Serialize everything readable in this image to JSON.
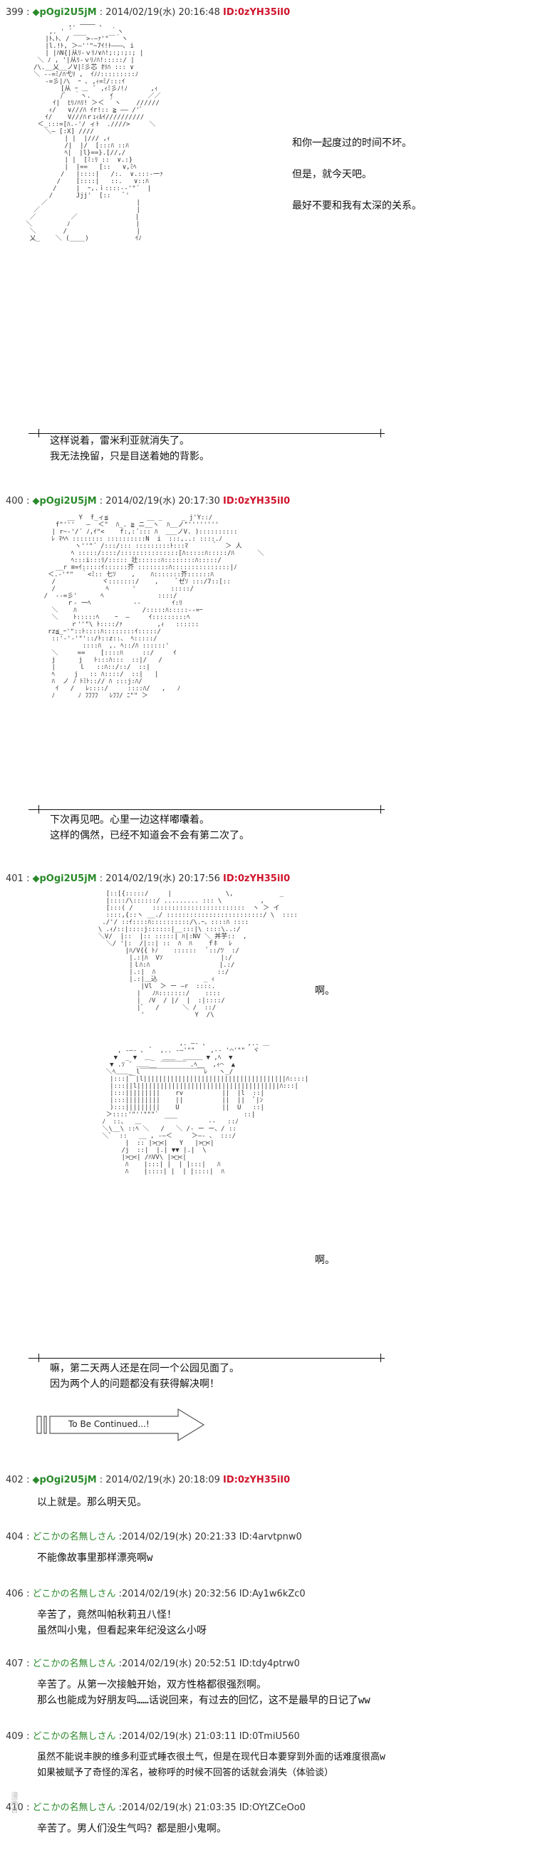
{
  "posts": [
    {
      "num": "399 :",
      "name": "◆pOgi2U5jM",
      "sep": ":",
      "date": "2014/02/19(水) 20:16:48",
      "id": "ID:0zYH35iI0",
      "aa": "              ,. ―――― 、\n         ,. ' ´          ｀ヽ\n        |ﾄ､ﾄ､ / ￣￣>-―ｧ'\"￣｀ヽ\n        |l.!ﾄ, ＞―''\"~7ｲ!ﾄ―――､ i\n        | |ﾊN{|从ﾘ-ｖﾘﾉ∨ﾊ!;:;:;:; |\n      ＼ ﾉ , '|从ﾘ-ｖﾘﾉﾊ!:::::/ |\n     /\\.__乂__ノV|ﾐ彡芯 ｵﾘﾊ ::: ∨\n     ＼ --=ﾐ/ﾊ弋ﾘ ,  ｲﾉﾉ:::::::::ﾉ\n        -=彡|ﾉ\\  ｰ ､ ,ｨ=ﾐ/:::ｲ\n            [从 ｰ ＿  ﾟ ,ｨﾐ彡ﾉ!ﾉ      ,ｨ\n            /ﾞ  ｀ヽ.     ｲ         ／／\n          ｲ|  ﾋﾘﾉﾊﾘ! ＞＜ ｀ヽ    //////\n         ｨ/   ∨///ﾊ ｲr!:: ≧ ―― /'ﾞ\n        ｲ/    V///ﾊｒｪｨﾙｲ//////////\n      ＜_:::=[ﾊ.-'/ ィﾄ  .////>     ＼\n        ＼― [:X] ////\n             | |  |/// ,ｨ\n             /|  |/  [:::ﾊ ::ﾊ\n             ﾍ|  |l}==}.[//,/\n             | |  [ﾐ:ﾘ ::  ∨.:}\n             |  |==   [::   ∨,ﾐﾍ\n            /   |::::|   /:.  ∨.:::‐一ｧ\n           /    [::::|   ::.   ∨::ﾊ\n          /     |  ｰ,.ｉ::::-‐'\"´  |\n         /      Jjj'  [::   ﾞ'\n       ／                       |\n     ／                         |\n    ／         ／               |\n   ＼         ﾉ                 |\n    ＼       /                  |\n    乂_    ＼ (____)            ｲﾉ",
      "text1": "和你一起度过的时间不坏。\n\n但是，就今天吧。\n\n最好不要和我有太深的关系。",
      "text2": "这样说着，雷米利亚就消失了。\n我无法挽留，只是目送着她的背影。"
    },
    {
      "num": "400 :",
      "name": "◆pOgi2U5jM",
      "sep": ":",
      "date": "2014/02/19(水) 20:17:30",
      "id": "ID:0zYH35iI0",
      "aa": "          __ Y  f_ィ≦          __ _     _ j'Y::/\n       f\"'''   ―  ＜\"  ﾊ_. ≧ ニ__ヽ  ﾊ__ノ\"''''''''\n      | r~‐'/´ ﾉ,ｲ\"<    f:,:´::: ﾊ  ___ノV. )::::::::::\n      ﾚ ﾏﾍﾍ :::::::: ::::::::::N  i  :::,..: ::::.ﾉ\n            ヽ''\"´ /:::/::: :::::::::ﾄ:::ﾏ      ＾  ＞ 人\n           ﾍ :::::/::::/:::::::::::::::[ﾊ:::::ﾊ:::::/ﾊ      ＼\n           ﾍ:::i:::ﾘ/::::: 壮::::::ﾊ::::::::ﾊ:::::/ \n       __r ≡=ｲ:::::ｲ::::::芥 ::::::::ﾊ:::::::::::::::|ﾉ\n     ＜.-'\"\"  ｀<ﾐ:: 七ｿ    ,    ﾊ:::::::芥::::::ﾊ\n      /            ヾ:::::::/    ,     ﾞゼｿ :::/7::[::\n      /             ﾍ      '         :::::/ \n    /  --=彡'      ﾍ              ::::/ \n          ｒ- 一ﾍ           --        ｲ:ﾘ\n      ＼    ﾊ                 /:::::ﾊ:::::--=ｰ\n      ＼    ﾄ:::::ﾍ    ｰ  ―     ｲ:::::::::ﾍ\n           ｒ''\"\\ ﾄ::::/ｧ         ,ｨ   ::::::\n     rz≦_ｰ'\"::ﾄ::::ﾊ::::::::ｲ:::::/ \n      ::'-'-'\"'::/ﾄ::z::、 ﾍ:::::/  \n              ::::ﾊ  ,. ﾍ::/ﾊ ::::::'\n      ＼     ==    [::::ﾊ     ::/     ｲ\n      j      j   ﾄ:::ﾊ:::  ::|/   /\n      |      ｌ   ::ﾊ::/::/  ::|    \n      ﾍ     j   :: ﾊ::::/  ::|   |\n      ﾊ  ノ ﾉ ﾄﾐﾄ::// ﾊ :::j:ﾊ/\n       ｲ   /   ﾚ::::/     ::::ﾊ/   ,   ﾉ\n      ﾉ      ﾉ ﾌﾌﾌﾌ   ﾚﾌﾌ/ ﾆ\"\" ＞",
      "text1": "",
      "text2": "下次再见吧。心里一边这样嘟囔着。\n这样的偶然，已经不知道会不会有第二次了。"
    },
    {
      "num": "401 :",
      "name": "◆pOgi2U5jM",
      "sep": ":",
      "date": "2014/02/19(水) 20:17:56",
      "id": "ID:0zYH35iI0",
      "aa": "         [::[{:::::/     |              \\,            _\n         |::::/\\::::::/ ......... ::: \\          ,   \n         [:::( /     ::::::::::::::::::::::::  ヽ ＞ イ\n         ::::,{::ヽ __./ :::::::::::::::::::::::::/ \\  ::::\n        ./'/ ::ｲ::::ﾊ::::::::::/\\.ｰ、::::ﾊ ::::\n       \\ .ｨ/::|::::j::::::|__:::|\\ ::::\\..:/\n       ＼V/  |::  |:: :::::| ﾊ|:NV ＼ 丼芋::  ,\n         ＼/ '|:  /|::| ::  ﾊ  ﾊ    ｆﾎ   ﾚ\n              |ﾊ/V{{ ﾄﾉ    ::::::   ﾞ::/ﾂ  :/\n               |.:|ﾊ  Vｿ               |:/\n               |ｌﾊ:ﾊ                  |.:/\n               |.:|  ﾊ                ::/\n               |.:|＿込            _ ｨ\n                  |Vl  ＞ ー ―r  ::::.\n                 |   ﾉﾊ:::::::/    ::::\n                 |  ﾉV  / |/  |  :|::::/\n                 |ﾞ   /      ＼ /  ::/\n                  '             Y  /\\\n\n\n\n                            ,. ―- 、          ,.. ＿\n            , -―‐ ､  ﾞ  ,.. -―'\"\"    ,-‐ '⌒'\"\"  ヾ\n           ▼  _ ▼  ＿_  ＿＿  ＿＿＿ ▼ ,ﾍ  ▼\n          ▼ .ｿ ̄  ＿＿__ ￣￣￣￣ .ﾍ__  ,ｨ⌒  ▲\n         ＼ﾍ＿＿_ l￣￣￣￣￣￣￣￣￣￣ﾚ   ヽ_/\n          |:::|￣|l|||||||||||||||||||||||||||||||||||||ﾊ::::|\n          |:::||l|||||||||||||||||||||||||||||||||||||ﾊ:::|\n          |:::|||||||||    rv          ||  |l  ::|\n          |:::|||||||||    ||          ||  ||  ﾞ|ﾝ\n          ):::|||||||||    U           ||  U   ::|\n         ＞::::'\"''\"\"\"`                      ::|\n        ﾉ  ::、  ＿      ￣￣        -‐   ::ﾉ\n        ＼\\__\\ ::ﾍ ＼   /   ＼ /‐ ー ー、/ ::\n        ＼ﾞ  ::   __ , -―＜     ＞―- ､  :::/\n              |  :: |>□<|   Y   |>□<|\n             /j  ::|  |.| ▼▼ |.|  \\\n             |>□<| /ﾊVV\\ |>□<|\n              ﾊ    |:::| |  | |:::|   ﾊ\n              ﾊ    |::::| |  | |::::|  ﾊ",
      "text1": "啊。",
      "text1b": "啊。",
      "text2": "嘛，第二天两人还是在同一个公园见面了。\n因为两个人的问题都没有获得解决啊！",
      "banner": "To Be Continued...!"
    },
    {
      "num": "402 :",
      "name": "◆pOgi2U5jM",
      "sep": ":",
      "date": "2014/02/19(水) 20:18:09",
      "id": "ID:0zYH35iI0",
      "text2": "以上就是。那么明天见。"
    }
  ],
  "replies": [
    {
      "num": "404 :",
      "name": "どこかの名無しさん",
      "meta": ":2014/02/19(水) 20:21:33 ID:4arvtpnw0",
      "body": "不能像故事里那样漂亮啊w"
    },
    {
      "num": "406 :",
      "name": "どこかの名無しさん",
      "meta": ":2014/02/19(水) 20:32:56 ID:Ay1w6kZc0",
      "body": "辛苦了，竟然叫帕秋莉丑八怪！\n虽然叫小鬼，但看起来年纪没这么小呀"
    },
    {
      "num": "407 :",
      "name": "どこかの名無しさん",
      "meta": ":2014/02/19(水) 20:52:51 ID:tdy4ptrw0",
      "body": "辛苦了。从第一次接触开始，双方性格都很强烈啊。\n那么也能成为好朋友吗……话说回来，有过去的回忆，这不是最早的日记了ww"
    },
    {
      "num": "409 :",
      "name": "どこかの名無しさん",
      "meta": ":2014/02/19(水) 21:03:11 ID:0TmiU560",
      "body": "虽然不能说丰腴的维多利亚式睡衣很土气，但是在现代日本要穿到外面的话难度很高w\n如果被赋予了奇怪的浑名，被称呼的时候不回答的话就会消失（体验谈）"
    },
    {
      "num": "410 :",
      "name": "どこかの名無しさん",
      "meta": ":2014/02/19(水) 21:03:35 ID:OYtZCeOo0",
      "body": "辛苦了。男人们没生气吗？都是胆小鬼啊。"
    }
  ],
  "watermark": "漫画台"
}
